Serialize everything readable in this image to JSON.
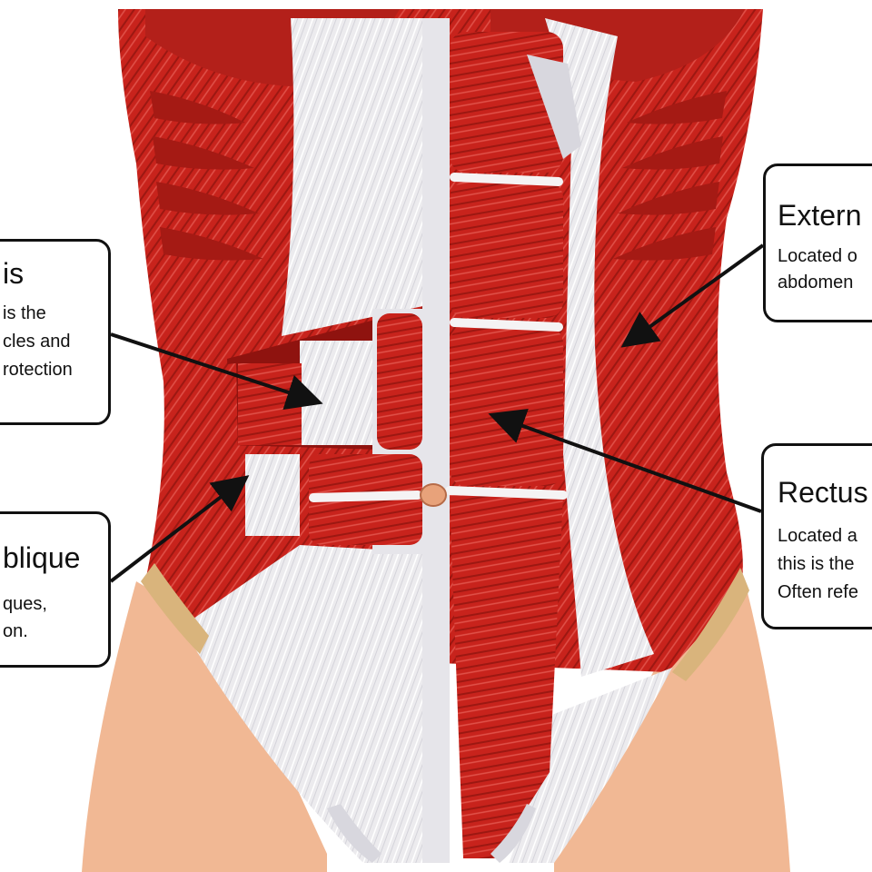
{
  "colors": {
    "muscle": "#c8231c",
    "muscle_dark": "#8f130f",
    "fascia": "#ecebee",
    "skin": "#f1b894",
    "bone": "#d9b47c",
    "arrow": "#111111"
  },
  "callouts": {
    "transversus": {
      "title": "is",
      "lines": [
        "is the",
        "cles and",
        "rotection"
      ]
    },
    "internal_oblique": {
      "title": "blique",
      "lines": [
        "ques,",
        "on."
      ]
    },
    "external_oblique": {
      "title": "Extern",
      "lines": [
        "Located o",
        "abdomen"
      ]
    },
    "rectus": {
      "title": "Rectus",
      "lines": [
        "Located a",
        "this is the",
        "Often refe"
      ]
    }
  }
}
